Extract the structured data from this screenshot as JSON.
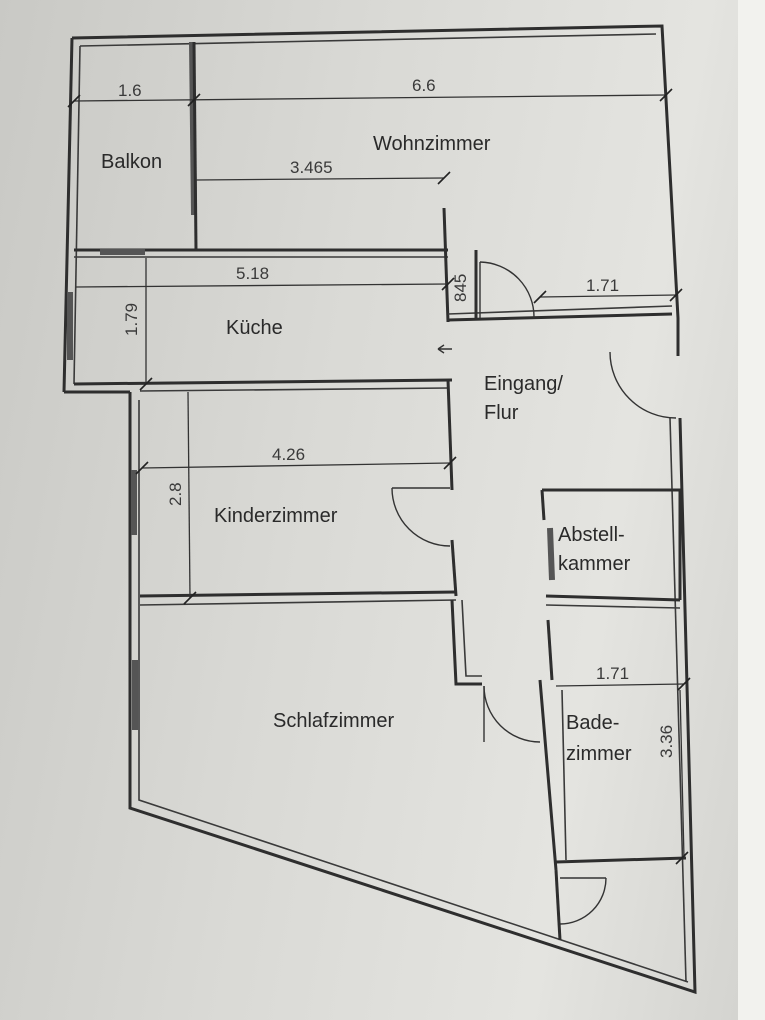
{
  "rooms": {
    "balkon": "Balkon",
    "wohnzimmer": "Wohnzimmer",
    "kueche": "Küche",
    "eingang_line1": "Eingang/",
    "eingang_line2": "Flur",
    "kinderzimmer": "Kinderzimmer",
    "abstell_line1": "Abstell-",
    "abstell_line2": "kammer",
    "schlafzimmer": "Schlafzimmer",
    "bade_line1": "Bade-",
    "bade_line2": "zimmer"
  },
  "dimensions": {
    "balkon_width": "1.6",
    "wohnzimmer_width": "6.6",
    "wohnzimmer_inner": "3.465",
    "kueche_width": "5.18",
    "kueche_depth": "1.79",
    "flur_small": "845",
    "flur_width": "1.71",
    "kinder_width": "4.26",
    "kinder_depth": "2.8",
    "bad_width": "1.71",
    "bad_depth": "3.36"
  }
}
